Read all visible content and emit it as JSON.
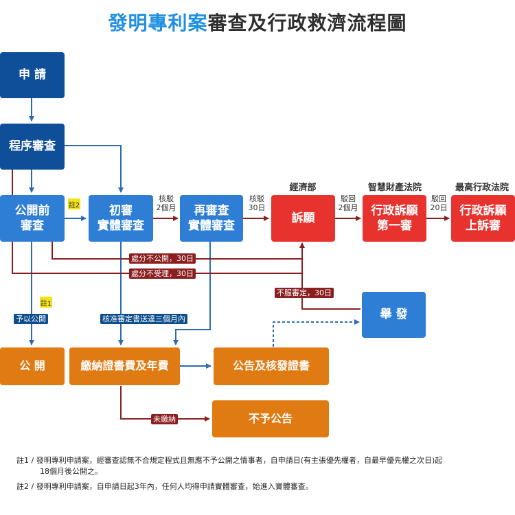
{
  "title": {
    "part1": "發明專利案",
    "part2": "審查及行政救濟流程圖"
  },
  "boxes": {
    "apply": "申 請",
    "procedure": "程序審查",
    "pre_pub_l1": "公開前",
    "pre_pub_l2": "審查",
    "initial_l1": "初審",
    "initial_l2": "實體審查",
    "reexam_l1": "再審查",
    "reexam_l2": "實體審查",
    "appeal": "訴願",
    "admin1_l1": "行政訴願",
    "admin1_l2": "第一審",
    "admin2_l1": "行政訴願",
    "admin2_l2": "上訴審",
    "report": "舉 發",
    "publish": "公 開",
    "fee": "繳納證書費及年費",
    "announce": "公告及核發證書",
    "no_announce": "不予公告"
  },
  "orgs": {
    "moea": "經濟部",
    "ip_court": "智慧財產法院",
    "supreme": "最高行政法院"
  },
  "labels": {
    "reject1_l1": "核駁",
    "reject1_l2": "2個月",
    "reject2_l1": "核駁",
    "reject2_l2": "30日",
    "dismiss1_l1": "駁回",
    "dismiss1_l2": "2個月",
    "dismiss2_l1": "駁回",
    "dismiss2_l2": "20日",
    "no_publish": "處分不公開，30日",
    "not_accept": "處分不受理，30日",
    "disagree": "不服審定，30日",
    "to_publish": "予以公開",
    "approved": "核准審定書送達三個月內",
    "unpaid": "未繳納"
  },
  "notes": {
    "n1": "註1",
    "n2": "註2"
  },
  "footnotes": {
    "f1_l1": "註1 / 發明專利申請案，經審查認無不合規定程式且無應不予公開之情事者，自申請日(有主張優先權者，自最早優先權之次日)起",
    "f1_l2": "18個月後公開之。",
    "f2": "註2 / 發明專利申請案，自申請日起3年內，任何人均得申請實體審查，始進入實體審查。"
  },
  "colors": {
    "dark_blue": "#0f4e98",
    "blue": "#2e7ed6",
    "red": "#e8322e",
    "orange": "#e07a12",
    "arrow_blue": "#2b6bb3",
    "arrow_red": "#8b1f1f"
  }
}
